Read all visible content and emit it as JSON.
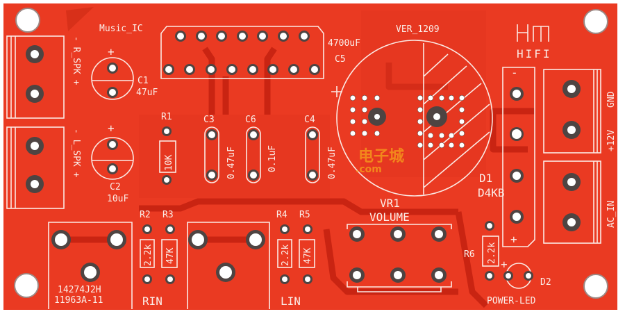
{
  "colors": {
    "board": "#ea3a22",
    "copper_pour": "#d32a16",
    "silkscreen": "#fbeee9",
    "pad_ring": "#4e4442",
    "hole": "#ffffff"
  },
  "board": {
    "logo": {
      "mark": "HM",
      "text": "HIFI"
    },
    "version": "VER_1209",
    "watermark": {
      "text": "电子城",
      "sub": ".com"
    }
  },
  "labels": {
    "music_ic": "Music_IC",
    "r_spk": "- R_SPK +",
    "l_spk": "- L_SPK +",
    "c1": "C1",
    "c1_val": "47uF",
    "c1_plus": "+",
    "c2": "C2",
    "c2_val": "10uF",
    "c2_plus": "+",
    "c5_val": "4700uF",
    "c5": "C5",
    "c5_plus": "+",
    "r1": "R1",
    "r1_val": "10K",
    "c3": "C3",
    "c3_val": "0.47uF",
    "c6": "C6",
    "c6_val": "0.1uF",
    "c4": "C4",
    "c4_val": "0.47uF",
    "d1": "D1",
    "d1_val": "D4KB",
    "d1_minus": "-",
    "d1_plus": "+",
    "gnd": "GND",
    "v12": "+12V",
    "ac_in": "AC_IN",
    "vr1": "VR1",
    "volume": "VOLUME",
    "r6": "R6",
    "r6_val": "2.2k",
    "d2": "D2",
    "d2_plus": "+",
    "power_led": "POWER-LED",
    "r2": "R2",
    "r2_val": "2.2k",
    "r3": "R3",
    "r3_val": "47K",
    "r4": "R4",
    "r4_val": "2.2k",
    "r5": "R5",
    "r5_val": "47K",
    "rin": "RIN",
    "lin": "LIN",
    "jack_code1": "14274J2H",
    "jack_code2": "11963A-11"
  }
}
